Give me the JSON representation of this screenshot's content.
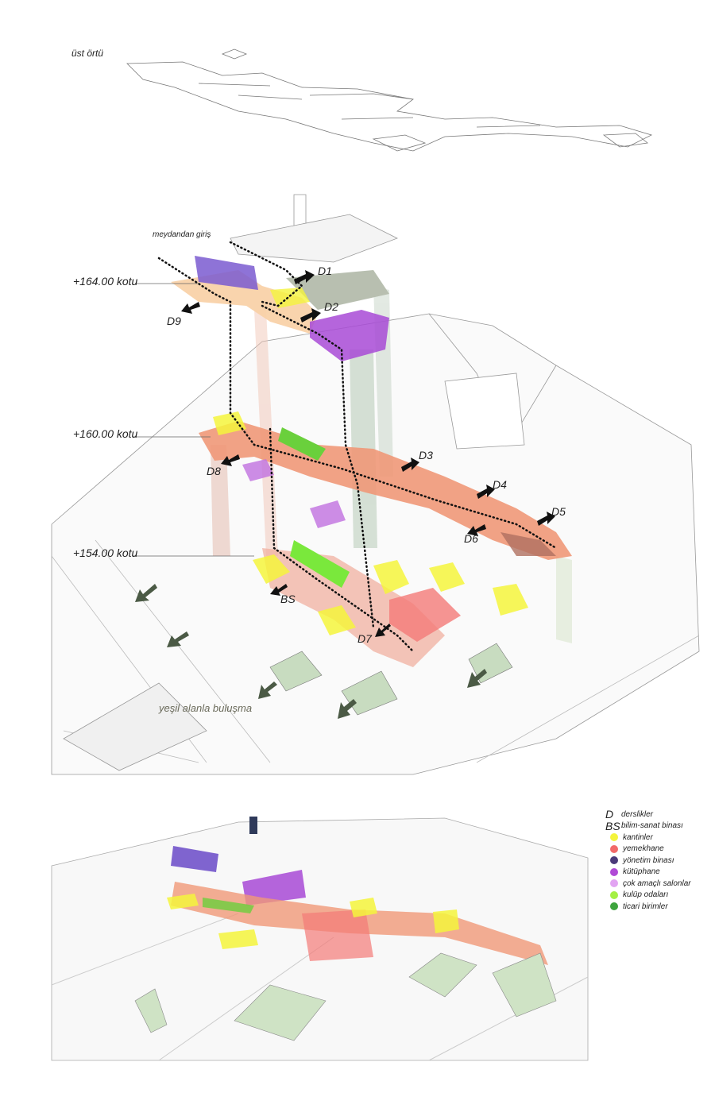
{
  "top_section": {
    "label": "üst örtü"
  },
  "main_section": {
    "levels": [
      "+164.00 kotu",
      "+160.00 kotu",
      "+154.00 kotu"
    ],
    "entry_label": "meydandan giriş",
    "green_label": "yeşil alanla buluşma",
    "arrow_labels": [
      "D1",
      "D2",
      "D3",
      "D4",
      "D5",
      "D6",
      "D7",
      "D8",
      "D9",
      "BS"
    ]
  },
  "legend": {
    "items": [
      {
        "key": "D",
        "label": "derslikler"
      },
      {
        "key": "BS",
        "label": "bilim-sanat binası"
      },
      {
        "color": "#f4f43c",
        "label": "kantinler"
      },
      {
        "color": "#f26a6a",
        "label": "yemekhane"
      },
      {
        "color": "#4b3a7a",
        "label": "yönetim binası"
      },
      {
        "color": "#b04ad6",
        "label": "kütüphane"
      },
      {
        "color": "#e2a4f2",
        "label": "çok amaçlı salonlar"
      },
      {
        "color": "#a4f044",
        "label": "kulüp odaları"
      },
      {
        "color": "#3ea43e",
        "label": "ticari birimler"
      }
    ]
  }
}
